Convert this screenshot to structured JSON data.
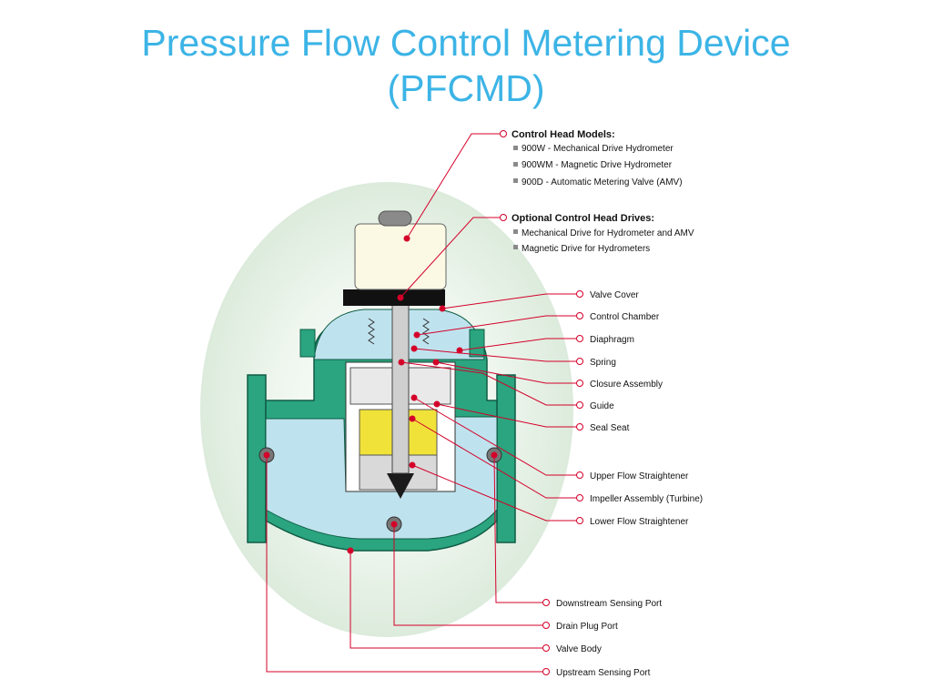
{
  "title": {
    "line1": "Pressure Flow Control Metering Device",
    "line2": "(PFCMD)"
  },
  "control_head_models": {
    "heading": "Control Head Models:",
    "items": [
      "900W - Mechanical Drive Hydrometer",
      "900WM - Magnetic Drive Hydrometer",
      "900D - Automatic Metering Valve (AMV)"
    ]
  },
  "optional_drives": {
    "heading": "Optional Control Head Drives:",
    "items": [
      "Mechanical Drive for Hydrometer and AMV",
      "Magnetic Drive for Hydrometers"
    ]
  },
  "callouts": [
    "Valve Cover",
    "Control Chamber",
    "Diaphragm",
    "Spring",
    "Closure Assembly",
    "Guide",
    "Seal Seat",
    "Upper Flow Straightener",
    "Impeller Assembly (Turbine)",
    "Lower Flow Straightener"
  ],
  "bottom_callouts": [
    "Downstream Sensing Port",
    "Drain Plug Port",
    "Valve Body",
    "Upstream Sensing Port"
  ],
  "colors": {
    "title": "#3cb4e6",
    "leader": "#d4002a",
    "body": "#2aa57f",
    "fluid": "#bfe3ee",
    "background_glow": "#e6f1e6"
  }
}
